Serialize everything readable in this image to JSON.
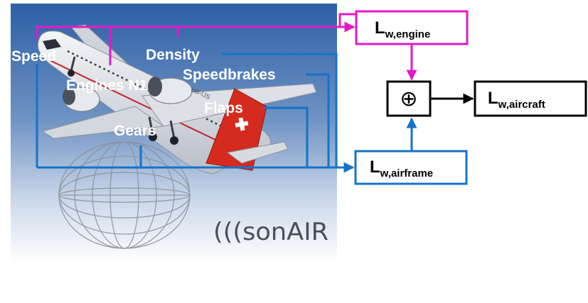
{
  "colors": {
    "engine": "#e619c8",
    "airframe": "#1473c8",
    "black": "#000000",
    "photo_sky_top": "#2f63a8",
    "photo_sky_bottom": "#ffffff"
  },
  "inputs": {
    "speed": "Speed",
    "engines_n1": "Engines N1",
    "density": "Density",
    "speedbrakes": "Speedbrakes",
    "flaps": "Flaps",
    "gears": "Gears"
  },
  "outputs": {
    "engine_main": "L",
    "engine_sub": "w,engine",
    "airframe_main": "L",
    "airframe_sub": "w,airframe",
    "aircraft_main": "L",
    "aircraft_sub": "w,aircraft"
  },
  "sum_symbol": "⊕",
  "logo": "(((sonAIR",
  "aircraft_livery": {
    "registration": "HB-IJS"
  }
}
